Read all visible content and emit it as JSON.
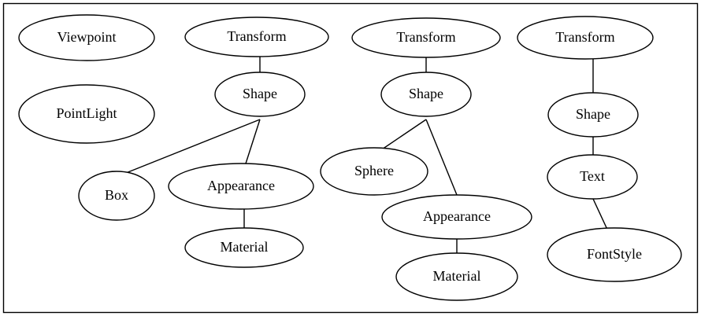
{
  "nodes": [
    {
      "id": "viewpoint",
      "label": "Viewpoint"
    },
    {
      "id": "pointlight",
      "label": "PointLight"
    },
    {
      "id": "transform1",
      "label": "Transform"
    },
    {
      "id": "shape1",
      "label": "Shape"
    },
    {
      "id": "box",
      "label": "Box"
    },
    {
      "id": "appearance1",
      "label": "Appearance"
    },
    {
      "id": "material1",
      "label": "Material"
    },
    {
      "id": "transform2",
      "label": "Transform"
    },
    {
      "id": "shape2",
      "label": "Shape"
    },
    {
      "id": "sphere",
      "label": "Sphere"
    },
    {
      "id": "appearance2",
      "label": "Appearance"
    },
    {
      "id": "material2",
      "label": "Material"
    },
    {
      "id": "transform3",
      "label": "Transform"
    },
    {
      "id": "shape3",
      "label": "Shape"
    },
    {
      "id": "text",
      "label": "Text"
    },
    {
      "id": "fontstyle",
      "label": "FontStyle"
    }
  ],
  "edges": [
    [
      "transform1",
      "shape1"
    ],
    [
      "shape1",
      "box"
    ],
    [
      "shape1",
      "appearance1"
    ],
    [
      "appearance1",
      "material1"
    ],
    [
      "transform2",
      "shape2"
    ],
    [
      "shape2",
      "sphere"
    ],
    [
      "shape2",
      "appearance2"
    ],
    [
      "appearance2",
      "material2"
    ],
    [
      "transform3",
      "shape3"
    ],
    [
      "shape3",
      "text"
    ],
    [
      "text",
      "fontstyle"
    ]
  ]
}
